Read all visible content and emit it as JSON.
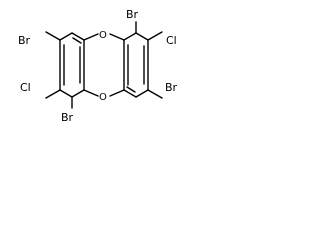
{
  "molecule": {
    "atoms": {
      "br_top_left": "Br",
      "cl_left": "Cl",
      "br_bottom_left": "Br",
      "o_top": "O",
      "o_bottom": "O",
      "br_top_right": "Br",
      "cl_right": "Cl",
      "br_bottom_right": "Br"
    }
  }
}
